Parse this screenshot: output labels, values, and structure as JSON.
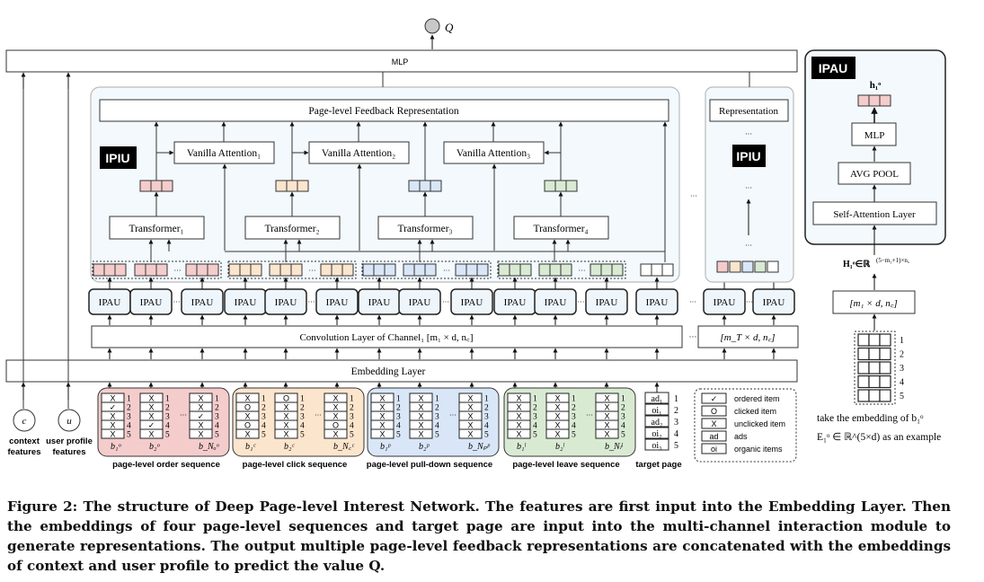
{
  "output": {
    "label": "Q"
  },
  "mlp_top": {
    "label": "MLP"
  },
  "ipiu_main": {
    "badge": "IPIU",
    "representation_label": "Page-level Feedback Representation",
    "attentions": [
      "Vanilla Attention₁",
      "Vanilla Attention₂",
      "Vanilla Attention₃"
    ],
    "transformers": [
      "Transformer₁",
      "Transformer₂",
      "Transformer₃",
      "Transformer₄"
    ],
    "ellipsis": "···"
  },
  "ipiu_right": {
    "badge": "IPIU",
    "representation_label": "Representation",
    "ellipsis": "···"
  },
  "ipau_label": "IPAU",
  "conv_layer": {
    "label": "Convolution Layer of Channel₁ [m₁ × d, n꜀]",
    "right_label": "[m_T × d, n꜀]"
  },
  "embedding_layer": {
    "label": "Embedding Layer"
  },
  "inputs": {
    "context": {
      "symbol": "c",
      "label_line1": "context",
      "label_line2": "features"
    },
    "user": {
      "symbol": "u",
      "label_line1": "user profile",
      "label_line2": "features"
    }
  },
  "sequences": [
    {
      "name": "page-level order sequence",
      "color": "#f4cccc",
      "pages": [
        {
          "label": "b₁ᵒ",
          "items": [
            "X",
            "✓",
            "X",
            "X",
            "X"
          ]
        },
        {
          "label": "b₂ᵒ",
          "items": [
            "X",
            "X",
            "X",
            "✓",
            "X"
          ]
        },
        {
          "label": "b_Nₒᵒ",
          "items": [
            "X",
            "X",
            "✓",
            "X",
            "X"
          ]
        }
      ]
    },
    {
      "name": "page-level click sequence",
      "color": "#fce5cd",
      "pages": [
        {
          "label": "b₁ᶜ",
          "items": [
            "X",
            "O",
            "X",
            "O",
            "X"
          ]
        },
        {
          "label": "b₂ᶜ",
          "items": [
            "O",
            "X",
            "X",
            "X",
            "X"
          ]
        },
        {
          "label": "b_N꜀ᶜ",
          "items": [
            "X",
            "X",
            "X",
            "O",
            "X"
          ]
        }
      ]
    },
    {
      "name": "page-level pull-down sequence",
      "color": "#d9e6f7",
      "pages": [
        {
          "label": "b₁ᵖ",
          "items": [
            "X",
            "X",
            "X",
            "X",
            "X"
          ]
        },
        {
          "label": "b₂ᵖ",
          "items": [
            "X",
            "X",
            "X",
            "X",
            "X"
          ]
        },
        {
          "label": "b_Nₚᵖ",
          "items": [
            "X",
            "X",
            "X",
            "X",
            "X"
          ]
        }
      ]
    },
    {
      "name": "page-level leave sequence",
      "color": "#d9ead3",
      "pages": [
        {
          "label": "b₁ˡ",
          "items": [
            "X",
            "X",
            "X",
            "X",
            "X"
          ]
        },
        {
          "label": "b₂ˡ",
          "items": [
            "X",
            "X",
            "X",
            "X",
            "X"
          ]
        },
        {
          "label": "b_Nₗˡ",
          "items": [
            "X",
            "X",
            "X",
            "X",
            "X"
          ]
        }
      ]
    }
  ],
  "row_numbers": [
    "1",
    "2",
    "3",
    "4",
    "5"
  ],
  "target_page": {
    "name": "target page",
    "items": [
      "ad₁",
      "oi₁",
      "ad₂",
      "oi₂",
      "oi₃"
    ]
  },
  "legend": [
    {
      "symbol": "✓",
      "label": "ordered item"
    },
    {
      "symbol": "O",
      "label": "clicked item"
    },
    {
      "symbol": "X",
      "label": "unclicked item"
    },
    {
      "symbol": "ad",
      "label": "ads"
    },
    {
      "symbol": "oi",
      "label": "organic items"
    }
  ],
  "ipau_detail": {
    "badge": "IPAU",
    "output_label": "h₁ᵒ",
    "mlp": "MLP",
    "pool": "AVG POOL",
    "self_attention": "Self-Attention Layer",
    "h_matrix": "H₁ᵒ∈ℝ^((5−m₁+1)×n꜀)",
    "conv_shape": "[m₁ × d, n꜀]",
    "example_line1": "take the embedding of b₁ᵒ",
    "example_line2": "E₁ᵒ ∈ ℝ^(5×d) as an example"
  },
  "caption": {
    "text": "Figure 2: The structure of Deep Page-level Interest Network. The features are first input into the Embedding Layer. Then the embeddings of four page-level sequences and target page are input into the multi-channel interaction module to generate representations. The output multiple page-level feedback representations are concatenated with the embeddings of context and user profile to predict the value Q."
  },
  "colors": {
    "pink": "#f4cccc",
    "orange": "#fce5cd",
    "blue": "#d9e6f7",
    "green": "#d9ead3",
    "panel": "#f3f9fc",
    "ipau_fill": "#eef6fb"
  }
}
